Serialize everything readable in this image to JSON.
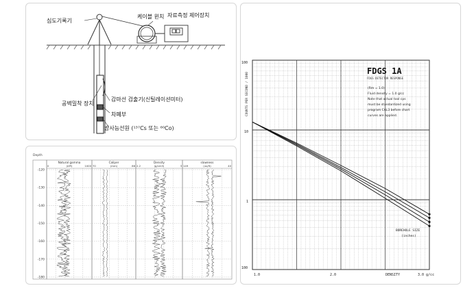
{
  "schematic": {
    "labels": {
      "depth_recorder": "심도기록기",
      "cable_winch": "케이블 윈치",
      "control_unit": "자료측정 제어장치",
      "borehole_device": "공벽밀착 장치",
      "gamma_detector": "감마선 검출기(신틸레이션미터)",
      "shield": "차폐부",
      "source": "방사능선원 (¹³⁷Cs 또는 ⁶⁰Co)"
    }
  },
  "log": {
    "depth_header": "Depth",
    "tracks": [
      {
        "name": "Natural gamma",
        "unit": "(API)",
        "min": "0",
        "max": "1000"
      },
      {
        "name": "Caliper",
        "unit": "(mm)",
        "min": "70",
        "max": "86"
      },
      {
        "name": "Density",
        "unit": "(g/cm3)",
        "min": "2.2",
        "max": "3"
      },
      {
        "name": "slowness",
        "unit": "(us/ft)",
        "min": "149",
        "max": "40"
      }
    ],
    "depths": [
      "-120",
      "-130",
      "-140",
      "-150",
      "-160",
      "-170",
      "-180"
    ]
  },
  "chart": {
    "title": "FDGS 1A",
    "subtitle": "FDGS DETECTOR RESPONSE",
    "notes": [
      "(Rm = 1.0)",
      "Fluid density = 1.0 g/cc",
      "Note that actual tool cps",
      "must be standardized using",
      "program CAL3 before chart",
      "curves are applied."
    ],
    "ylabel": "COUNTS PER SECOND / 1000",
    "xlabel": "DENSITY",
    "x_ticks": [
      "1.0",
      "2.0",
      "3.0 g/cc"
    ],
    "y_ticks": [
      "100",
      "10",
      "1",
      "100"
    ],
    "legend_title": "BOREHOLE SIZE",
    "legend_unit": "(inches)",
    "chart_data": {
      "type": "line",
      "xlabel": "DENSITY",
      "ylabel": "COUNTS PER SECOND",
      "x": [
        1.0,
        1.5,
        2.0,
        2.5,
        3.0
      ],
      "series": [
        {
          "values": [
            13,
            6.5,
            3.1,
            1.45,
            0.62
          ]
        },
        {
          "values": [
            13,
            6.3,
            2.9,
            1.3,
            0.55
          ]
        },
        {
          "values": [
            13,
            6.1,
            2.75,
            1.18,
            0.48
          ]
        },
        {
          "values": [
            13,
            5.9,
            2.6,
            1.05,
            0.42
          ]
        }
      ]
    }
  }
}
